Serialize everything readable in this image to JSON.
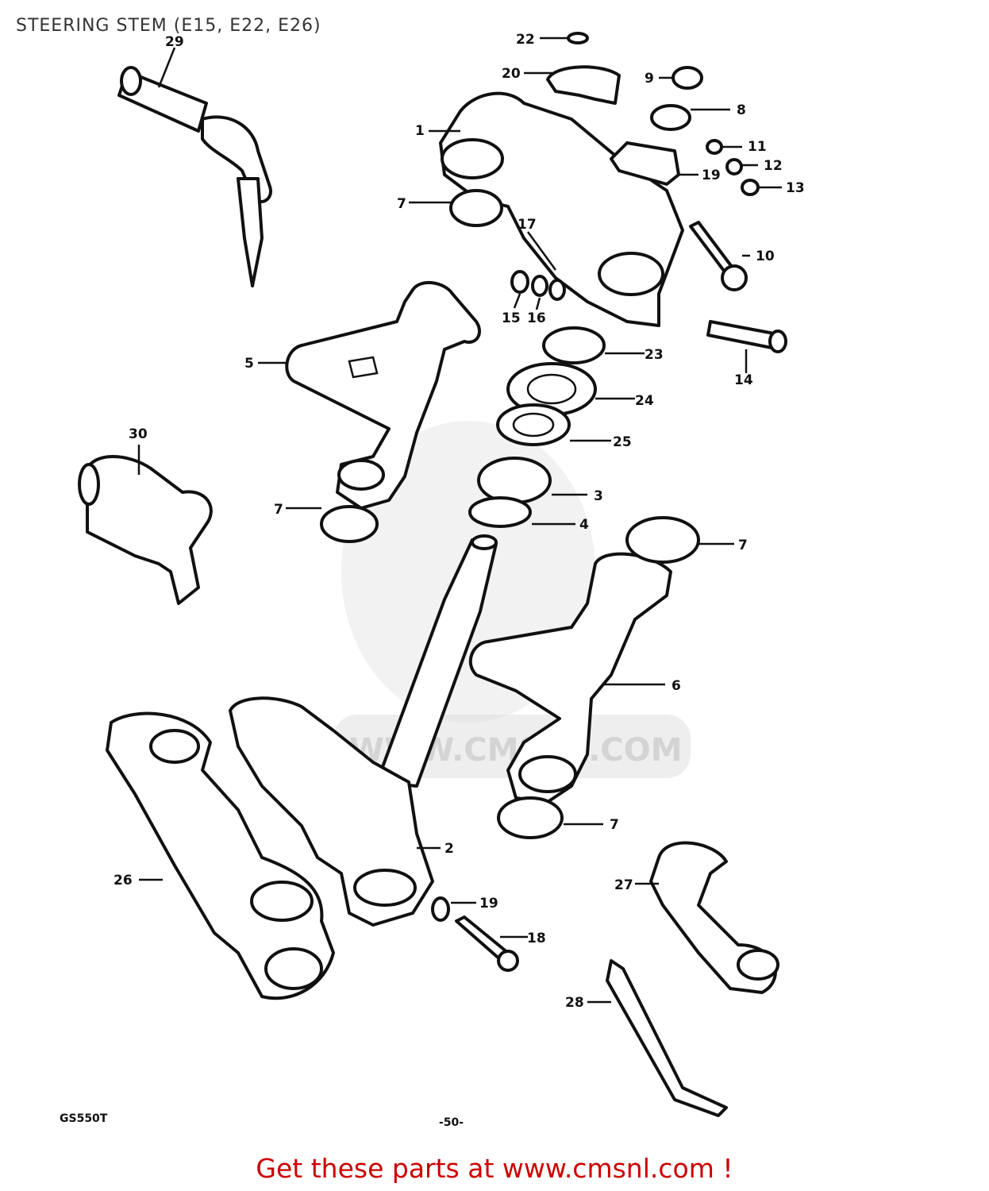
{
  "title": "STEERING STEM (E15, E22, E26)",
  "footer": "Get these parts at www.cmsnl.com !",
  "watermark": "WWW.CMSNL.COM",
  "drawing_code": "GS550T",
  "page_number": "-50-",
  "colors": {
    "title": "#333333",
    "footer": "#cc0000",
    "line": "#111111"
  },
  "callouts": {
    "c22": "22",
    "c20": "20",
    "c9": "9",
    "c8": "8",
    "c1": "1",
    "c11": "11",
    "c12": "12",
    "c19a": "19",
    "c13": "13",
    "c7a": "7",
    "c17": "17",
    "c10": "10",
    "c15": "15",
    "c16": "16",
    "c5": "5",
    "c23": "23",
    "c14": "14",
    "c24": "24",
    "c25": "25",
    "c30": "30",
    "c3": "3",
    "c7b": "7",
    "c4": "4",
    "c7c": "7",
    "c6": "6",
    "c7d": "7",
    "c2": "2",
    "c26": "26",
    "c27": "27",
    "c19b": "19",
    "c18": "18",
    "c28": "28",
    "c29": "29"
  }
}
